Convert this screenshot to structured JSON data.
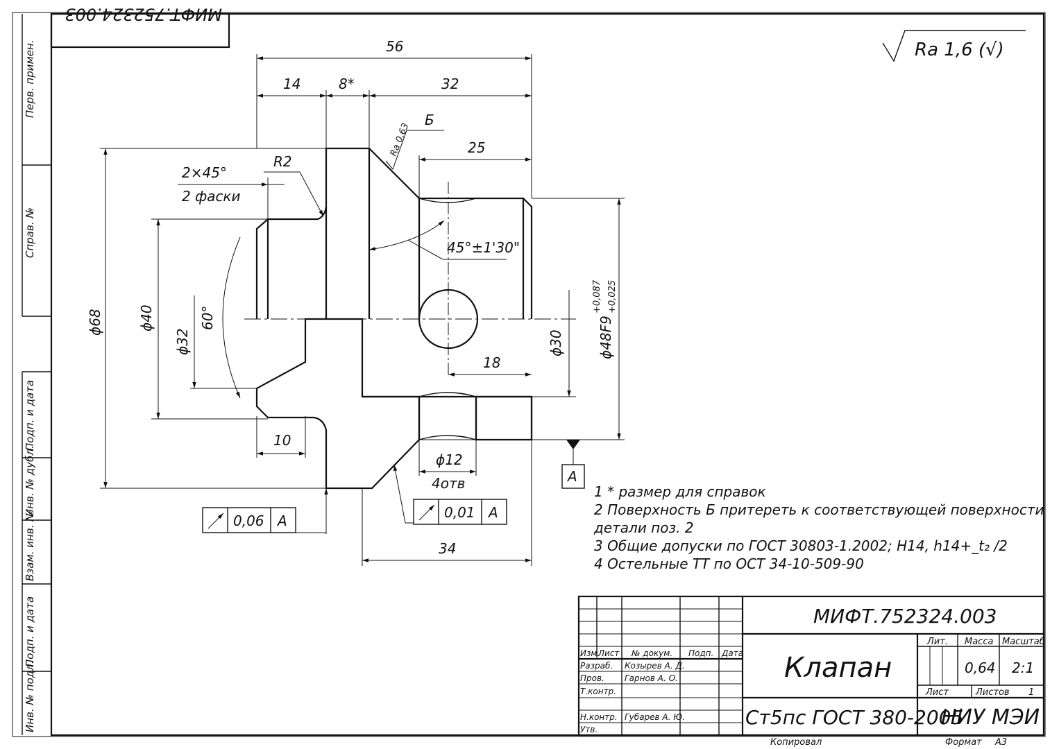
{
  "drawing": {
    "code_corner": "МИФТ.752324.003",
    "roughness_general": "Ra 1,6 (√)",
    "dimensions": {
      "d56": "56",
      "d14": "14",
      "d8": "8*",
      "d32": "32",
      "d25": "25",
      "b_label": "Б",
      "ra063": "Ra 0,63",
      "r2": "R2",
      "chamfer": "2×45°",
      "chamfer_note": "2 фаски",
      "angle45": "45°±1'30\"",
      "dia68": "ϕ68",
      "dia40": "ϕ40",
      "dia32": "ϕ32",
      "angle60": "60°",
      "dia30": "ϕ30",
      "dia48": "ϕ48F9",
      "tol_upper": "+0,087",
      "tol_lower": "+0,025",
      "d18": "18",
      "d10": "10",
      "dia12": "ϕ12",
      "holes": "4отв",
      "d34": "34",
      "datum": "A"
    },
    "tolerance_frames": [
      {
        "value": "0,06",
        "datum": "A"
      },
      {
        "value": "0,01",
        "datum": "A"
      }
    ],
    "notes": [
      "1  * размер для справок",
      "2 Поверхность Б притереть к соответствующей поверхности",
      "детали поз. 2",
      "3 Общие допуски по ГОСТ 30803-1.2002; H14, h14+_t₂ /2",
      "4 Остельные ТТ по ОСТ 34-10-509-90"
    ],
    "side_labels": [
      "Перв. примен.",
      "Справ. №",
      "Подп. и дата",
      "Инв. № дубл.",
      "Взам. инв. №",
      "Подп. и дата",
      "Инв. № подл."
    ]
  },
  "title_block": {
    "code": "МИФТ.752324.003",
    "name": "Клапан",
    "material": "Ст5пс ГОСТ 380-2005",
    "org": "НИУ МЭИ",
    "headers": {
      "izm": "Изм.",
      "list": "Лист",
      "doc": "№ докум.",
      "podp": "Подп.",
      "data": "Дата"
    },
    "roles": [
      {
        "role": "Разраб.",
        "name": "Козырев А. Д."
      },
      {
        "role": "Пров.",
        "name": "Гарнов А. О."
      },
      {
        "role": "Т.контр.",
        "name": ""
      },
      {
        "role": "Н.контр.",
        "name": "Губарев А. Ю."
      },
      {
        "role": "Утв.",
        "name": ""
      }
    ],
    "lit_label": "Лит.",
    "mass_label": "Масса",
    "scale_label": "Масштаб",
    "mass": "0,64",
    "scale": "2:1",
    "sheet_label": "Лист",
    "sheets_label": "Листов",
    "sheets": "1",
    "copied": "Копировал",
    "format_label": "Формат",
    "format": "А3"
  }
}
